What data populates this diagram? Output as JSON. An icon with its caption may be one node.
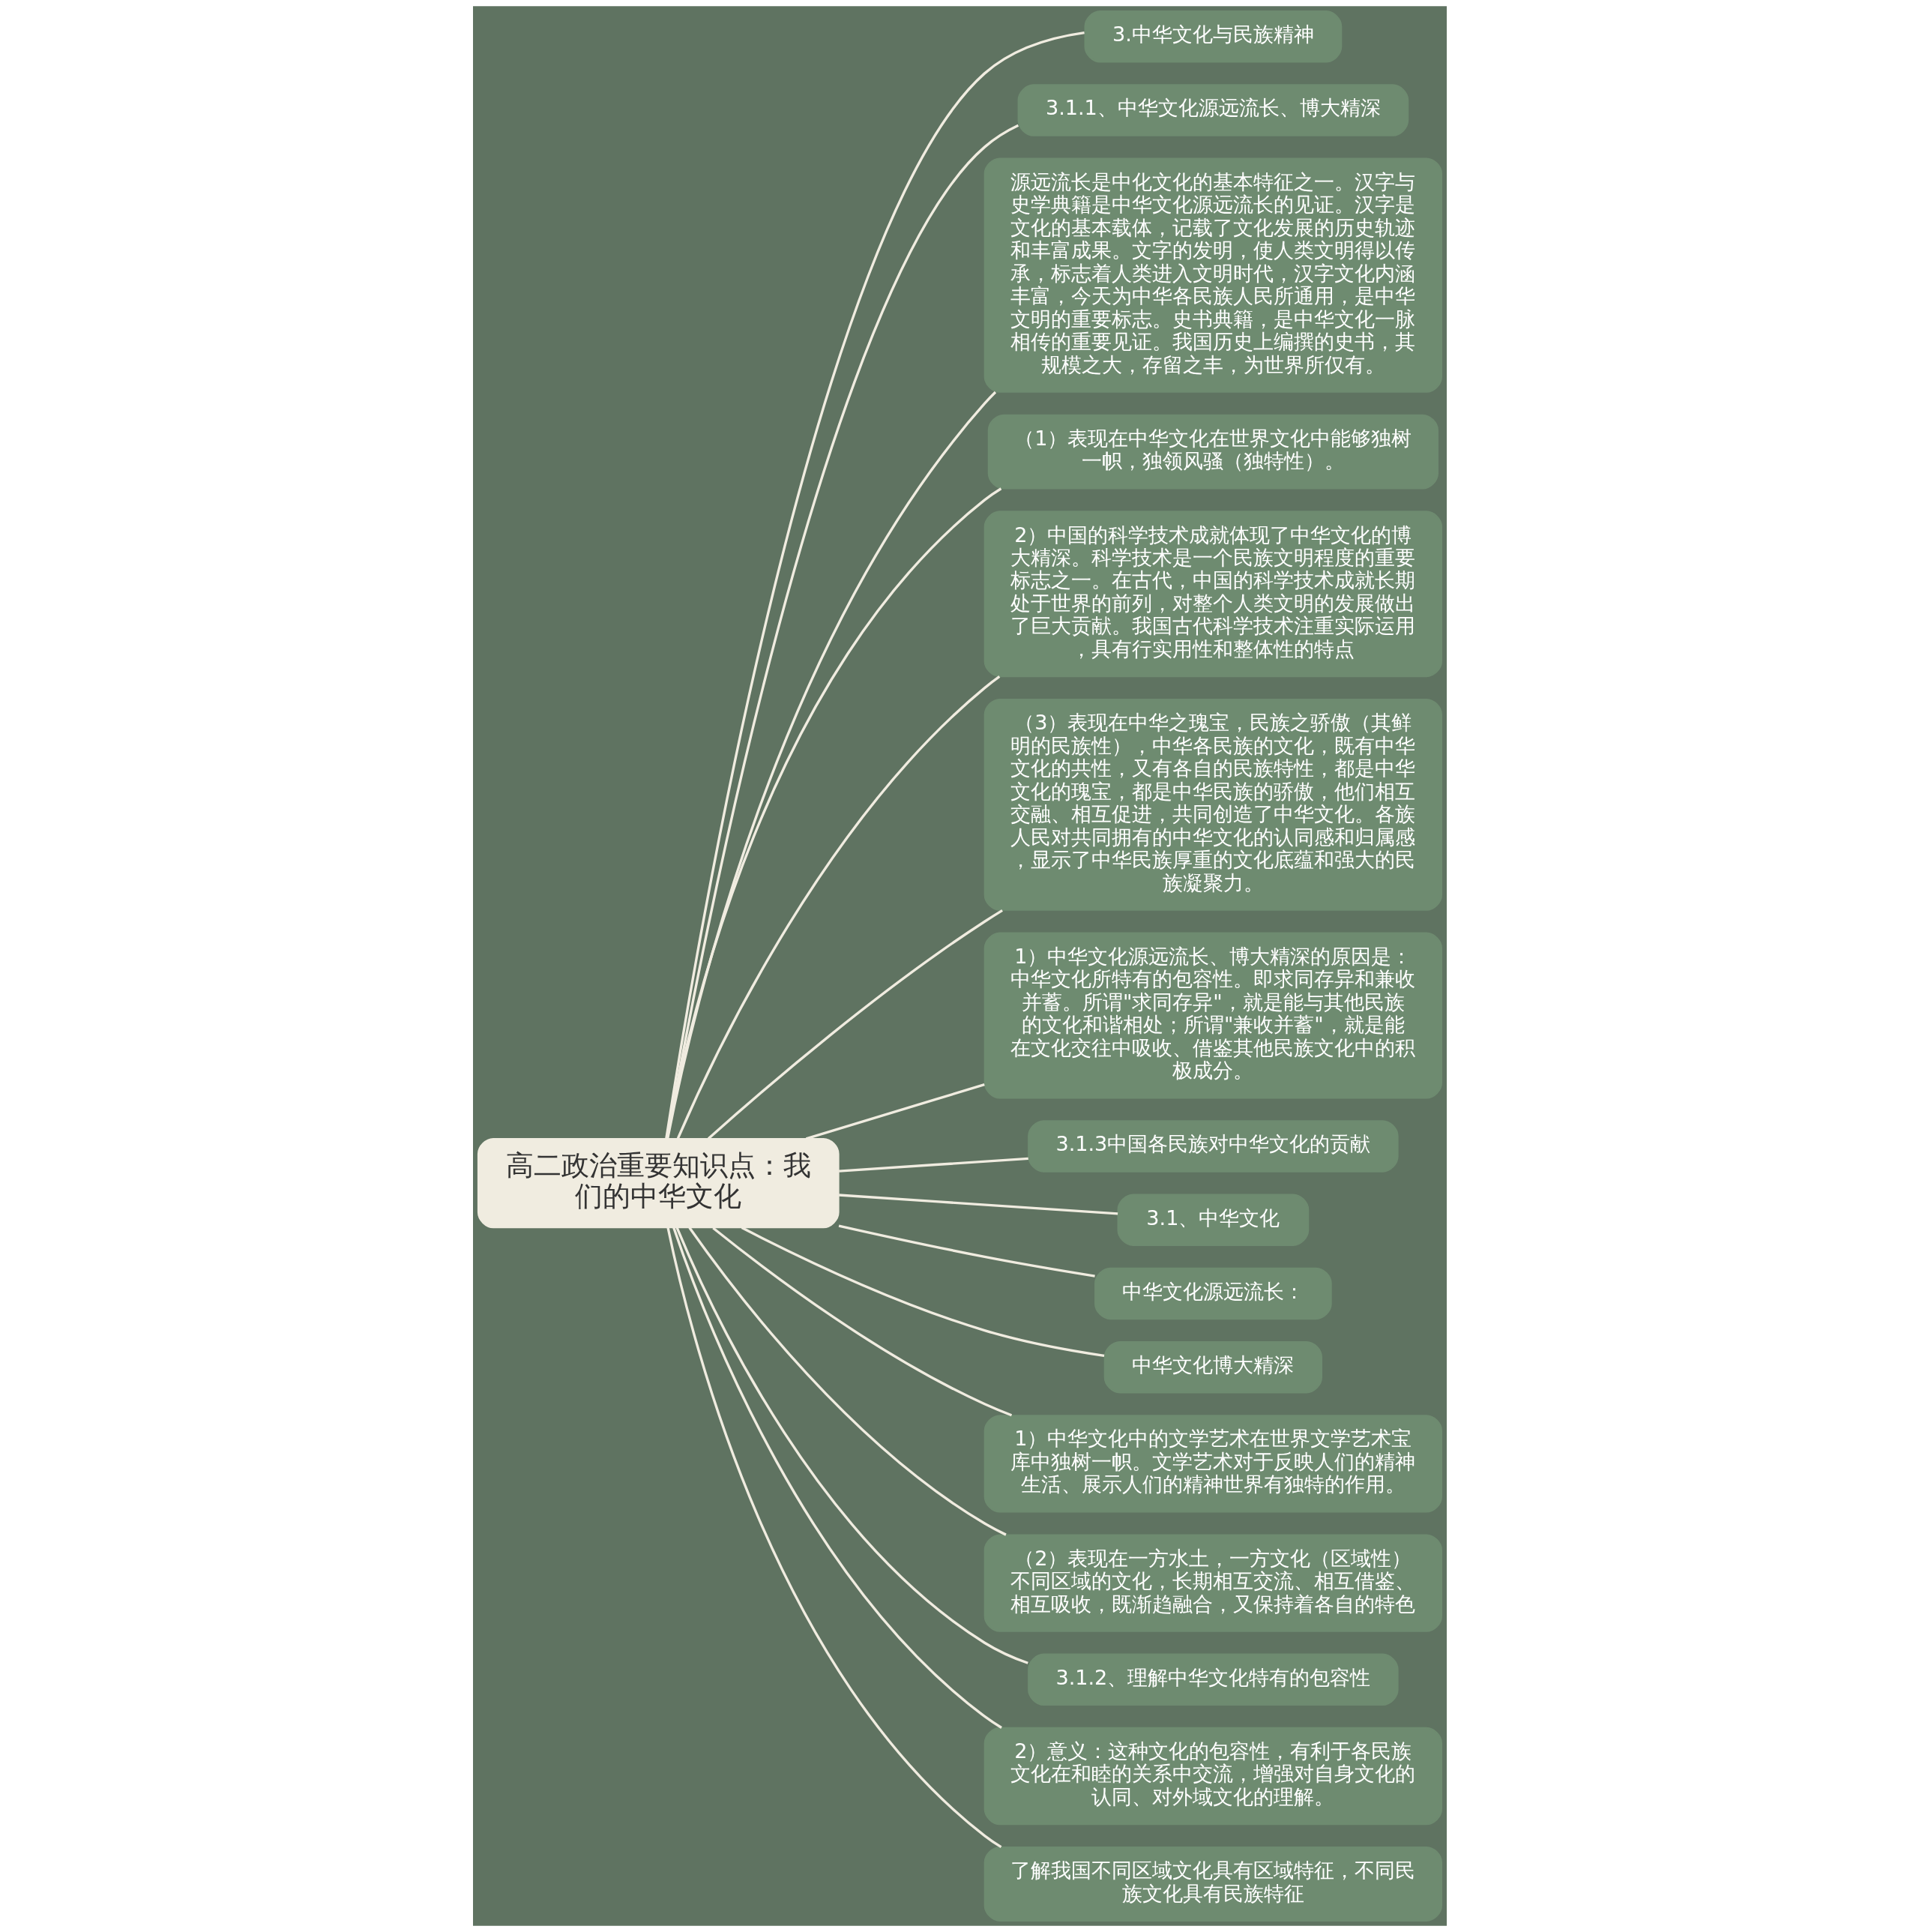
{
  "diagram": {
    "nodes": [
      {
        "text": [
          "高二政治重要知识点：我们的中华文化"
        ]
      },
      {
        "text": [
          "3.中华文化与民族精神"
        ]
      },
      {
        "text": [
          "3.1.1、中华文化源远流长、博大精深"
        ]
      },
      {
        "text": [
          "源远流长是中化文化的基本特征之一。汉字与史学典籍是中华文化源远流长的见证。汉字是文化的基本载体，记载了文化发展的历史轨迹和丰富成果。文字的发明，使人类文明得以传承，标志着人类进入文明时代，汉字文化内涵丰富，今天为中华各民族人民所通用，是中华文明的重要标志。史书典籍，是中华文化一脉相传的重要见证。我国历史上编撰的史书，其规模之大，存留之丰，为世界所仅有。"
        ]
      },
      {
        "text": [
          "（1）表现在中华文化在世界文化中能够独树一帜，独领风骚（独特性）。"
        ]
      },
      {
        "text": [
          "2）中国的科学技术成就体现了中华文化的博大精深。科学技术是一个民族文明程度的重要标志之一。在古代，中国的科学技术成就长期处于世界的前列，对整个人类文明的发展做出了巨大贡献。我国古代科学技术注重实际运用，具有行实用性和整体性的特点"
        ]
      },
      {
        "text": [
          "（3）表现在中华之瑰宝，民族之骄傲（其鲜明的民族性），中华各民族的文化，既有中华文化的共性，又有各自的民族特性，都是中华文化的瑰宝，都是中华民族的骄傲，他们相互交融、相互促进，共同创造了中华文化。各族人民对共同拥有的中华文化的认同感和归属感，显示了中华民族厚重的文化底蕴和强大的民族凝聚力。"
        ]
      },
      {
        "text": [
          "1）中华文化源远流长、博大精深的原因是：中华文化所特有的包容性。即求同存异和兼收并蓄。所谓\"求同存异\"，就是能与其他民族的文化和谐相处；所谓\"兼收并蓄\"，就是能在文化交往中吸收、借鉴其他民族文化中的积极成分。"
        ]
      },
      {
        "text": [
          "3.1.3中国各民族对中华文化的贡献"
        ]
      },
      {
        "text": [
          "3.1、中华文化"
        ]
      },
      {
        "text": [
          "中华文化源远流长："
        ]
      },
      {
        "text": [
          "中华文化博大精深"
        ]
      },
      {
        "text": [
          "1）中华文化中的文学艺术在世界文学艺术宝库中独树一帜。文学艺术对于反映人们的精神生活、展示人们的精神世界有独特的作用。"
        ]
      },
      {
        "text": [
          "（2）表现在一方水土，一方文化（区域性）不同区域的文化，长期相互交流、相互借鉴、相互吸收，既渐趋融合，又保持着各自的特色"
        ]
      },
      {
        "text": [
          "3.1.2、理解中华文化特有的包容性"
        ]
      },
      {
        "text": [
          "2）意义：这种文化的包容性，有利于各民族文化在和睦的关系中交流，增强对自身文化的认同、对外域文化的理解。"
        ]
      },
      {
        "text": [
          "了解我国不同区域文化具有区域特征，不同民族文化具有民族特征"
        ]
      }
    ],
    "edges": [
      {
        "from": 0,
        "to": 1,
        "arrow": "none"
      },
      {
        "from": 0,
        "to": 2,
        "arrow": "none"
      },
      {
        "from": 0,
        "to": 3,
        "arrow": "none"
      },
      {
        "from": 0,
        "to": 4,
        "arrow": "none"
      },
      {
        "from": 0,
        "to": 5,
        "arrow": "none"
      },
      {
        "from": 0,
        "to": 6,
        "arrow": "none"
      },
      {
        "from": 0,
        "to": 7,
        "arrow": "none"
      },
      {
        "from": 0,
        "to": 8,
        "arrow": "none"
      },
      {
        "from": 0,
        "to": 9,
        "arrow": "none"
      },
      {
        "from": 0,
        "to": 10,
        "arrow": "none"
      },
      {
        "from": 0,
        "to": 11,
        "arrow": "none"
      },
      {
        "from": 0,
        "to": 12,
        "arrow": "none"
      },
      {
        "from": 0,
        "to": 13,
        "arrow": "none"
      },
      {
        "from": 0,
        "to": 14,
        "arrow": "none"
      },
      {
        "from": 0,
        "to": 15,
        "arrow": "none"
      },
      {
        "from": 0,
        "to": 16,
        "arrow": "none"
      }
    ]
  }
}
